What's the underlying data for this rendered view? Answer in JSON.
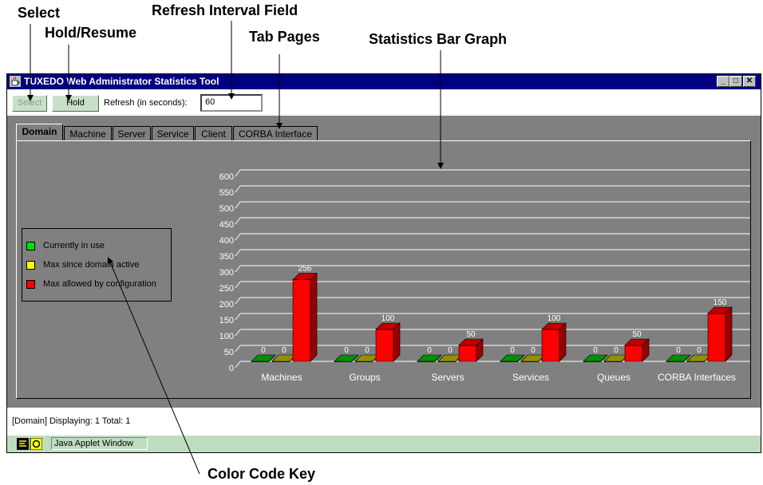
{
  "annotations": {
    "select": "Select",
    "hold_resume": "Hold/Resume",
    "refresh_field": "Refresh Interval Field",
    "tab_pages": "Tab Pages",
    "bar_graph": "Statistics Bar Graph",
    "color_key": "Color Code Key"
  },
  "window": {
    "title": "TUXEDO Web Administrator Statistics Tool",
    "controls": [
      "minimize-icon",
      "maximize-icon",
      "close-icon"
    ]
  },
  "toolbar": {
    "select_label": "Select",
    "hold_label": "Hold",
    "refresh_label": "Refresh (in seconds):",
    "refresh_value": "60"
  },
  "tabs": [
    "Domain",
    "Machine",
    "Server",
    "Service",
    "Client",
    "CORBA Interface"
  ],
  "active_tab": "Domain",
  "legend": [
    {
      "label": "Currently in use",
      "color": "#00e000"
    },
    {
      "label": "Max since domain active",
      "color": "#ffff00"
    },
    {
      "label": "Max allowed by configuration",
      "color": "#ff0000"
    }
  ],
  "chart_data": {
    "type": "bar",
    "categories": [
      "Machines",
      "Groups",
      "Servers",
      "Services",
      "Queues",
      "CORBA Interfaces"
    ],
    "series": [
      {
        "name": "Currently in use",
        "color": "#00c000",
        "values": [
          0,
          0,
          0,
          0,
          0,
          0
        ]
      },
      {
        "name": "Max since domain active",
        "color": "#c0c000",
        "values": [
          0,
          0,
          0,
          0,
          0,
          0
        ]
      },
      {
        "name": "Max allowed by configuration",
        "color": "#ff0000",
        "values": [
          256,
          100,
          50,
          100,
          50,
          150
        ]
      }
    ],
    "yticks": [
      0,
      50,
      100,
      150,
      200,
      250,
      300,
      350,
      400,
      450,
      500,
      550,
      600
    ],
    "ylim": [
      0,
      600
    ],
    "grid": true,
    "style": "3d"
  },
  "status": {
    "text": "[Domain]  Displaying: 1  Total: 1",
    "applet_label": "Java Applet Window"
  }
}
